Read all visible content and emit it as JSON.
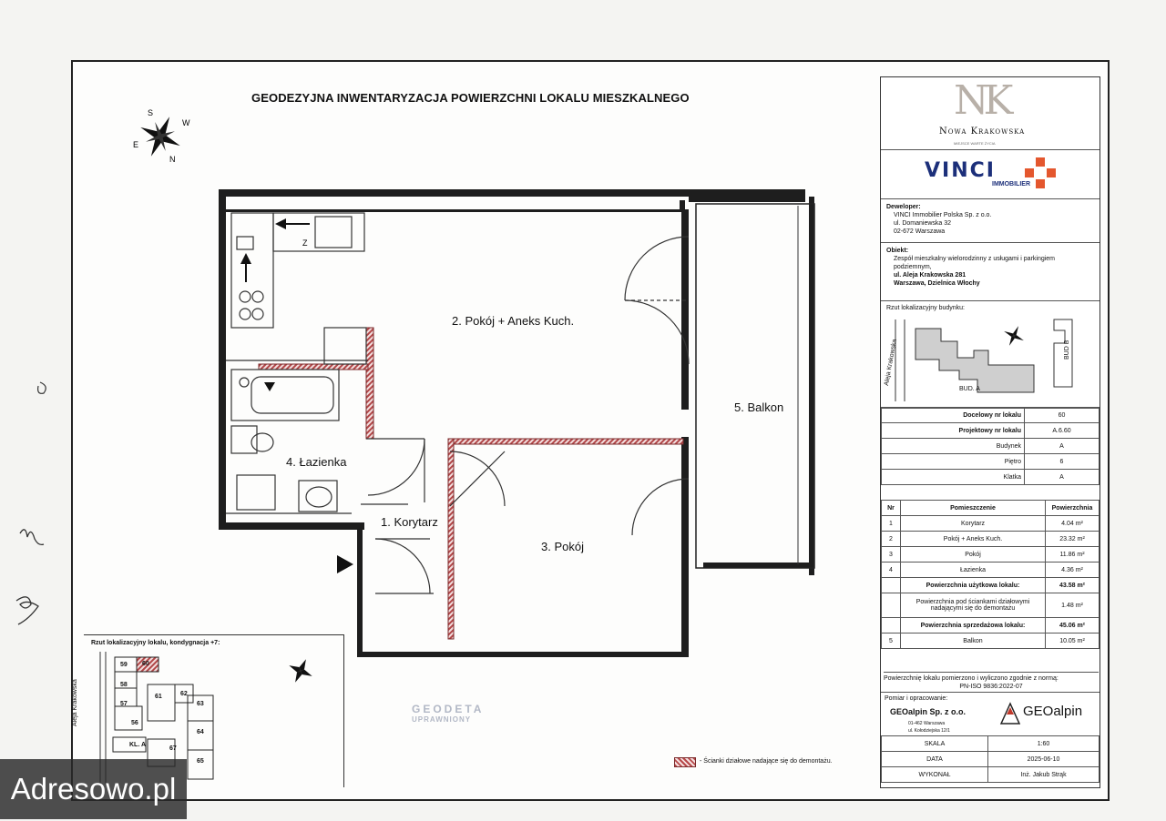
{
  "title": "GEODEZYJNA INWENTARYZACJA POWIERZCHNI LOKALU MIESZKALNEGO",
  "compass": {
    "n": "N",
    "s": "S",
    "e": "E",
    "w": "W"
  },
  "rooms": {
    "room1": "1. Korytarz",
    "room2": "2. Pokój + Aneks Kuch.",
    "room3": "3. Pokój",
    "room4": "4. Łazienka",
    "room5": "5. Balkon"
  },
  "kitchen_mark": "Z",
  "logos": {
    "nk_letters": "NK",
    "nk_name": "Nowa Krakowska",
    "nk_tagline": "MIEJSCE WARTE ŻYCIA",
    "vinci": "VINCI",
    "vinci_sub": "IMMOBILIER",
    "geoalpin": "GEOalpin"
  },
  "developer": {
    "label": "Deweloper:",
    "lines": [
      "VINCI Immobilier Polska Sp. z o.o.",
      "ul. Domaniewska 32",
      "02-672 Warszawa"
    ]
  },
  "object": {
    "label": "Obiekt:",
    "lines": [
      "Zespół mieszkalny wielorodzinny z usługami i parkingiem",
      "podziemnym,",
      "ul. Aleja Krakowska 281",
      "Warszawa, Dzielnica Włochy"
    ]
  },
  "building_loc": {
    "label": "Rzut lokalizacyjny budynku:",
    "street": "Aleja Krakowska",
    "bud_a": "BUD. A",
    "bud_b": "BUD B"
  },
  "info": [
    {
      "k": "Docelowy nr lokalu",
      "v": "60"
    },
    {
      "k": "Projektowy nr lokalu",
      "v": "A.6.60"
    },
    {
      "k": "Budynek",
      "v": "A"
    },
    {
      "k": "Piętro",
      "v": "6"
    },
    {
      "k": "Klatka",
      "v": "A"
    }
  ],
  "rooms_table": {
    "headers": [
      "Nr",
      "Pomieszczenie",
      "Powierzchnia"
    ],
    "rows": [
      {
        "nr": "1",
        "name": "Korytarz",
        "area": "4.04 m²"
      },
      {
        "nr": "2",
        "name": "Pokój + Aneks Kuch.",
        "area": "23.32 m²"
      },
      {
        "nr": "3",
        "name": "Pokój",
        "area": "11.86 m²"
      },
      {
        "nr": "4",
        "name": "Łazienka",
        "area": "4.36 m²"
      }
    ],
    "usable_label": "Powierzchnia użytkowa lokalu:",
    "usable": "43.58 m²",
    "walls_label": "Powierzchnia pod ściankami działowymi nadającymi się do demontażu",
    "walls": "1.48 m²",
    "sale_label": "Powierzchnia sprzedażowa lokalu:",
    "sale": "45.06 m²",
    "balcony_nr": "5",
    "balcony_name": "Balkon",
    "balcony_area": "10.05 m²"
  },
  "norm_note": [
    "Powierzchnię lokalu pomierzono i wyliczono zgodnie z normą:",
    "PN-ISO 9836:2022-07"
  ],
  "measure": {
    "label": "Pomiar i opracowanie:",
    "company": "GEOalpin Sp. z o.o.",
    "addr1": "01-462 Warszawa",
    "addr2": "ul. Kołodziejska 12/1"
  },
  "footer": [
    {
      "k": "SKALA",
      "v": "1:60"
    },
    {
      "k": "DATA",
      "v": "2025-06-10"
    },
    {
      "k": "WYKONAŁ",
      "v": "Inż. Jakub Strąk"
    }
  ],
  "floor_loc": {
    "label": "Rzut lokalizacyjny lokalu, kondygnacja +7:",
    "units": [
      "59",
      "60",
      "58",
      "57",
      "56",
      "61",
      "62",
      "63",
      "64",
      "65",
      "67"
    ],
    "kl": "KL. A",
    "street": "Aleja Krakowska"
  },
  "legend": "- Ścianki działowe nadające się do demontażu.",
  "stamp": [
    "GEODETA",
    "UPRAWNIONY"
  ],
  "watermark": "Adresowo.pl"
}
